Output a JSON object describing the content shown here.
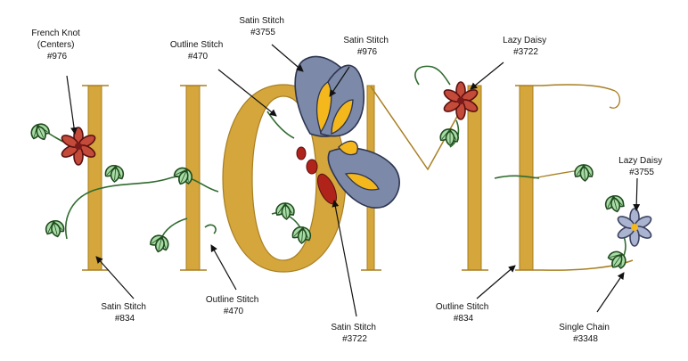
{
  "colors": {
    "gold": "#d4a63b",
    "gold_dark": "#a87f22",
    "vine_green": "#2f6b2e",
    "leaf_light": "#a8dca6",
    "leaf_dark": "#1f4a1d",
    "flower_red": "#7a1a1a",
    "flower_red_light": "#c44a3a",
    "flower_blue": "#7b86a6",
    "wing_blue": "#7c89a8",
    "wing_yellow": "#f5b81c",
    "body_red": "#b0231a",
    "text": "#111111"
  },
  "callouts": {
    "french_knot": [
      "French Knot",
      "(Centers)",
      "#976"
    ],
    "satin_3755": [
      "Satin Stitch",
      "#3755"
    ],
    "outline_470_top": [
      "Outline Stitch",
      "#470"
    ],
    "satin_976": [
      "Satin Stitch",
      "#976"
    ],
    "lazy_daisy_3722": [
      "Lazy Daisy",
      "#3722"
    ],
    "lazy_daisy_3755": [
      "Lazy Daisy",
      "#3755"
    ],
    "satin_834": [
      "Satin Stitch",
      "#834"
    ],
    "outline_470_bottom": [
      "Outline Stitch",
      "#470"
    ],
    "satin_3722": [
      "Satin Stitch",
      "#3722"
    ],
    "outline_834": [
      "Outline Stitch",
      "#834"
    ],
    "single_chain": [
      "Single Chain",
      "#3348"
    ]
  },
  "icons": [
    "flower-icon",
    "butterfly-icon",
    "leaf-icon",
    "arrow-icon"
  ]
}
